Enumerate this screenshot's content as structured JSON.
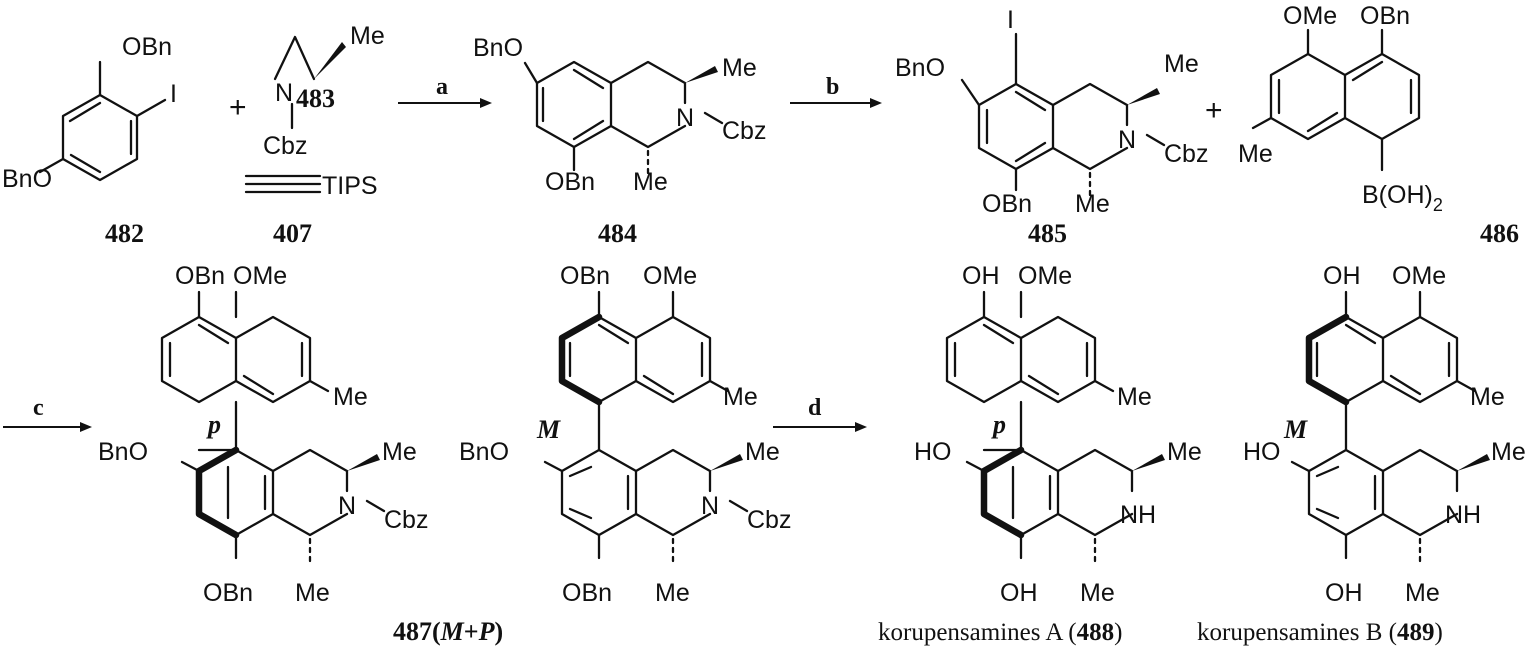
{
  "compounds": {
    "c482": {
      "number": "482",
      "substituents": [
        "OBn",
        "I",
        "BnO"
      ]
    },
    "c483": {
      "number": "483",
      "substituents": [
        "Me",
        "N",
        "Cbz"
      ]
    },
    "c407": {
      "number": "407",
      "substituents": [
        "TIPS"
      ]
    },
    "c484": {
      "number": "484",
      "substituents": [
        "BnO",
        "Me",
        "N",
        "Cbz",
        "OBn",
        "Me"
      ]
    },
    "c485": {
      "number": "485",
      "substituents": [
        "I",
        "BnO",
        "Me",
        "N",
        "Cbz",
        "OBn",
        "Me"
      ]
    },
    "c486": {
      "number": "486",
      "substituents": [
        "OMe",
        "OBn",
        "Me",
        "B(OH)",
        "2"
      ]
    },
    "c487": {
      "number": "487",
      "suffix_open": "(",
      "suffix_M": "M",
      "suffix_plus": "+",
      "suffix_P": "P",
      "suffix_close": ")"
    },
    "c487p": {
      "substituents": [
        "OBn",
        "OMe",
        "Me",
        "BnO",
        "Me",
        "N",
        "Cbz",
        "OBn",
        "Me"
      ]
    },
    "c487m": {
      "substituents": [
        "OBn",
        "OMe",
        "Me",
        "BnO",
        "Me",
        "N",
        "Cbz",
        "OBn",
        "Me"
      ]
    },
    "c488": {
      "name": "korupensamines A",
      "number": "488",
      "substituents": [
        "OH",
        "OMe",
        "Me",
        "HO",
        "Me",
        "NH",
        "OH",
        "Me"
      ]
    },
    "c489": {
      "name": "korupensamines B",
      "number": "489",
      "substituents": [
        "OH",
        "OMe",
        "Me",
        "HO",
        "Me",
        "NH",
        "OH",
        "Me"
      ]
    }
  },
  "plus_sign": "+",
  "steps": {
    "a": "a",
    "b": "b",
    "c": "c",
    "d": "d"
  },
  "axial_labels": {
    "p": "p",
    "M": "M"
  }
}
